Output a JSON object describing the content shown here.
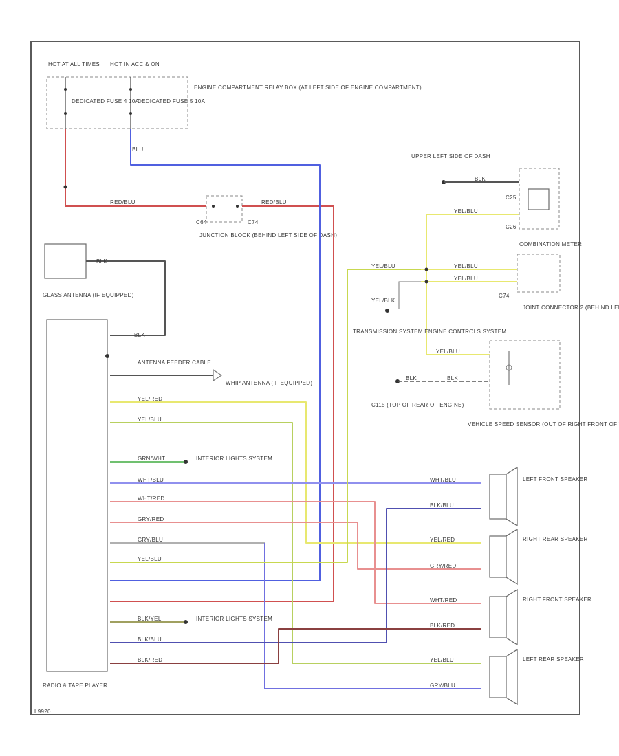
{
  "title": "Radio & Tape Player Wiring Diagram",
  "fuse_block": {
    "hot_at_all_times": "HOT AT ALL TIMES",
    "hot_acc": "HOT IN ACC & ON",
    "fuse_a": "DEDICATED FUSE 4 10A",
    "fuse_b": "DEDICATED FUSE 5 10A",
    "relay_box": "ENGINE COMPARTMENT RELAY BOX (AT LEFT SIDE OF ENGINE COMPARTMENT)"
  },
  "junction": {
    "label": "JUNCTION BLOCK (BEHIND LEFT SIDE OF DASH)",
    "c_left": "C64",
    "c_right": "C74"
  },
  "wires": {
    "red_blu": "RED/BLU",
    "blu": "BLU",
    "yel_blu": "YEL/BLU",
    "yel_red": "YEL/RED",
    "grn_wht": "GRN/WHT",
    "wht_blu": "WHT/BLU",
    "wht_red": "WHT/RED",
    "gry_red": "GRY/RED",
    "gry_blu": "GRY/BLU",
    "blk_yel": "BLK/YEL",
    "blk_blu": "BLK/BLU",
    "blk_red": "BLK/RED",
    "blk": "BLK",
    "yel_blk": "YEL/BLK"
  },
  "antenna": {
    "glass": "GLASS ANTENNA (IF EQUIPPED)",
    "feeder": "ANTENNA FEEDER CABLE",
    "whip": "WHIP ANTENNA (IF EQUIPPED)"
  },
  "radio_label": "RADIO & TAPE PLAYER",
  "interior_lights": "INTERIOR LIGHTS SYSTEM",
  "combination_meter": "COMBINATION METER",
  "upper_left_dash": "UPPER LEFT SIDE OF DASH",
  "joint_connector": "JOINT CONNECTOR 2 (BEHIND LEFT SIDE OF DASH)",
  "transmission": "TRANSMISSION SYSTEM ENGINE CONTROLS SYSTEM",
  "ground_c": "C115 (TOP OF REAR OF ENGINE)",
  "vss": "VEHICLE SPEED SENSOR (OUT OF RIGHT FRONT OF TRANSAXLE)",
  "connectors": {
    "c25": "C25",
    "c26": "C26",
    "c74": "C74"
  },
  "speakers": {
    "lf": "LEFT FRONT SPEAKER",
    "rr": "RIGHT REAR SPEAKER",
    "rf": "RIGHT FRONT SPEAKER",
    "lr": "LEFT REAR SPEAKER"
  },
  "code": "L9920"
}
